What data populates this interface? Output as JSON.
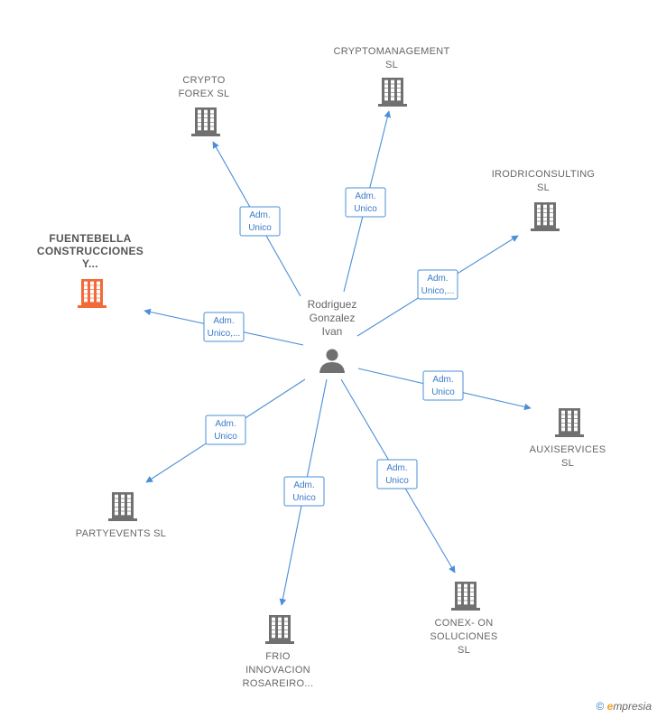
{
  "center": {
    "lines": [
      "Rodriguez",
      "Gonzalez",
      "Ivan"
    ]
  },
  "nodes": [
    {
      "id": "crypto-forex",
      "lines": [
        "CRYPTO",
        "FOREX  SL"
      ],
      "edge": [
        "Adm.",
        "Unico"
      ],
      "highlight": false
    },
    {
      "id": "cryptomanagement",
      "lines": [
        "CRYPTOMANAGEMENT",
        "SL"
      ],
      "edge": [
        "Adm.",
        "Unico"
      ],
      "highlight": false
    },
    {
      "id": "irodriconsulting",
      "lines": [
        "IRODRICONSULTING",
        "SL"
      ],
      "edge": [
        "Adm.",
        "Unico,..."
      ],
      "highlight": false
    },
    {
      "id": "fuentebella",
      "lines": [
        "FUENTEBELLA",
        "CONSTRUCCIONES",
        "Y..."
      ],
      "edge": [
        "Adm.",
        "Unico,..."
      ],
      "highlight": true
    },
    {
      "id": "auxiservices",
      "lines": [
        "AUXISERVICES",
        "SL"
      ],
      "edge": [
        "Adm.",
        "Unico"
      ],
      "highlight": false
    },
    {
      "id": "partyevents",
      "lines": [
        "PARTYEVENTS SL"
      ],
      "edge": [
        "Adm.",
        "Unico"
      ],
      "highlight": false
    },
    {
      "id": "frio-innovacion",
      "lines": [
        "FRIO",
        "INNOVACION",
        "ROSAREIRO..."
      ],
      "edge": [
        "Adm.",
        "Unico"
      ],
      "highlight": false
    },
    {
      "id": "conex-on",
      "lines": [
        "CONEX- ON",
        "SOLUCIONES",
        "SL"
      ],
      "edge": [
        "Adm.",
        "Unico"
      ],
      "highlight": false
    }
  ],
  "colors": {
    "edge": "#4a8fd8",
    "node": "#707070",
    "highlight": "#f26a3a",
    "person": "#707070"
  },
  "footer": {
    "copyright_symbol": "©",
    "brand_initial": "e",
    "brand_rest": "mpresia"
  }
}
